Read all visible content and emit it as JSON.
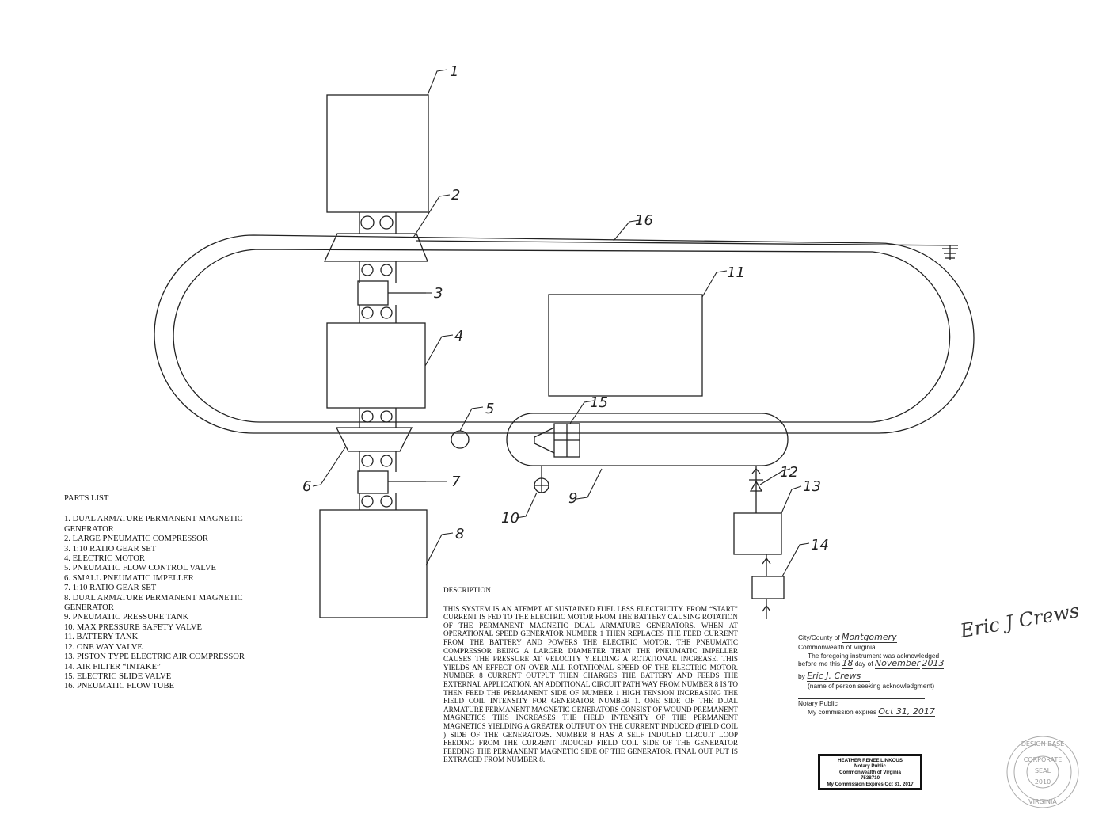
{
  "callouts": {
    "c1": "1",
    "c2": "2",
    "c3": "3",
    "c4": "4",
    "c5": "5",
    "c6": "6",
    "c7": "7",
    "c8": "8",
    "c9": "9",
    "c10": "10",
    "c11": "11",
    "c12": "12",
    "c13": "13",
    "c14": "14",
    "c15": "15",
    "c16": "16"
  },
  "parts_list": {
    "title": "PARTS LIST",
    "items": [
      "1. DUAL ARMATURE PERMANENT MAGNETIC GENERATOR",
      "2. LARGE PNEUMATIC COMPRESSOR",
      "3. 1:10 RATIO GEAR SET",
      "4. ELECTRIC MOTOR",
      "5. PNEUMATIC FLOW CONTROL VALVE",
      "6. SMALL PNEUMATIC IMPELLER",
      "7. 1:10 RATIO GEAR SET",
      "8. DUAL ARMATURE PERMANENT MAGNETIC GENERATOR",
      "9. PNEUMATIC PRESSURE TANK",
      "10. MAX PRESSURE SAFETY VALVE",
      "11. BATTERY TANK",
      "12. ONE WAY VALVE",
      "13. PISTON TYPE ELECTRIC AIR COMPRESSOR",
      "14. AIR FILTER “INTAKE”",
      "15. ELECTRIC SLIDE VALVE",
      "16. PNEUMATIC FLOW TUBE"
    ]
  },
  "description": {
    "title": "DESCRIPTION",
    "body": "THIS SYSTEM IS AN ATEMPT AT SUSTAINED FUEL LESS ELECTRICITY. FROM “START” CURRENT IS FED TO THE ELECTRIC MOTOR FROM THE BATTERY CAUSING ROTATION OF THE PERMANENT MAGNETIC DUAL ARMATURE GENERATORS. WHEN AT OPERATIONAL SPEED GENERATOR NUMBER 1 THEN REPLACES THE FEED CURRENT FROM THE BATTERY AND POWERS THE ELECTRIC MOTOR. THE PNEUMATIC COMPRESSOR BEING A LARGER DIAMETER THAN THE PNEUMATIC IMPELLER CAUSES THE PRESSURE AT VELOCITY YIELDING A ROTATIONAL INCREASE. THIS YIELDS AN EFFECT ON OVER ALL ROTATIONAL SPEED OF THE ELECTRIC MOTOR. NUMBER 8 CURRENT OUTPUT THEN CHARGES THE BATTERY AND FEEDS THE EXTERNAL APPLICATION. AN ADDITIONAL CIRCUIT PATH WAY FROM NUMBER 8 IS TO THEN FEED THE PERMANENT SIDE OF NUMBER 1 HIGH TENSION INCREASING THE FIELD COIL INTENSITY FOR GENERATOR NUMBER 1. ONE SIDE OF THE DUAL ARMATURE PERMANENT MAGNETIC GENERATORS CONSIST OF WOUND PREMANENT MAGNETICS THIS INCREASES THE FIELD INTENSITY OF THE PERMANENT MAGNETICS YIELDING A GREATER OUTPUT ON THE CURRENT INDUCED (FIELD COIL ) SIDE OF THE GENERATORS. NUMBER 8 HAS A SELF INDUCED CIRCUIT LOOP FEEDING FROM THE CURRENT INDUCED FIELD COIL SIDE OF THE GENERATOR FEEDING THE PERMANENT MAGNETIC SIDE OF THE GENERATOR. FINAL OUT PUT IS EXTRACED FROM NUMBER 8."
  },
  "notary": {
    "city_label": "City/County of",
    "city_value": "Montgomery",
    "commonwealth": "Commonwealth of Virginia",
    "ack_line": "The foregoing instrument was acknowledged",
    "before_label": "before me this",
    "day": "18",
    "day_label": "day of",
    "month": "November",
    "year": "2013",
    "by_label": "by",
    "by_value": "Eric J. Crews",
    "name_note": "(name of person seeking acknowledgment)",
    "public_label": "Notary Public",
    "expires_label": "My commission expires",
    "expires_value": "Oct 31, 2017"
  },
  "stamp": {
    "line1": "HEATHER RENEE LINKOUS",
    "line2": "Notary Public",
    "line3": "Commonwealth of Virginia",
    "line4": "7538710",
    "line5": "My Commission Expires Oct 31, 2017"
  },
  "signature": "Eric J Crews",
  "seal": {
    "line1": "DESIGN BASE",
    "line2": "CORPORATE",
    "line3": "SEAL",
    "line4": "2010",
    "line5": "VIRGINIA"
  },
  "colors": {
    "ink": "#111111",
    "paper": "#ffffff"
  }
}
